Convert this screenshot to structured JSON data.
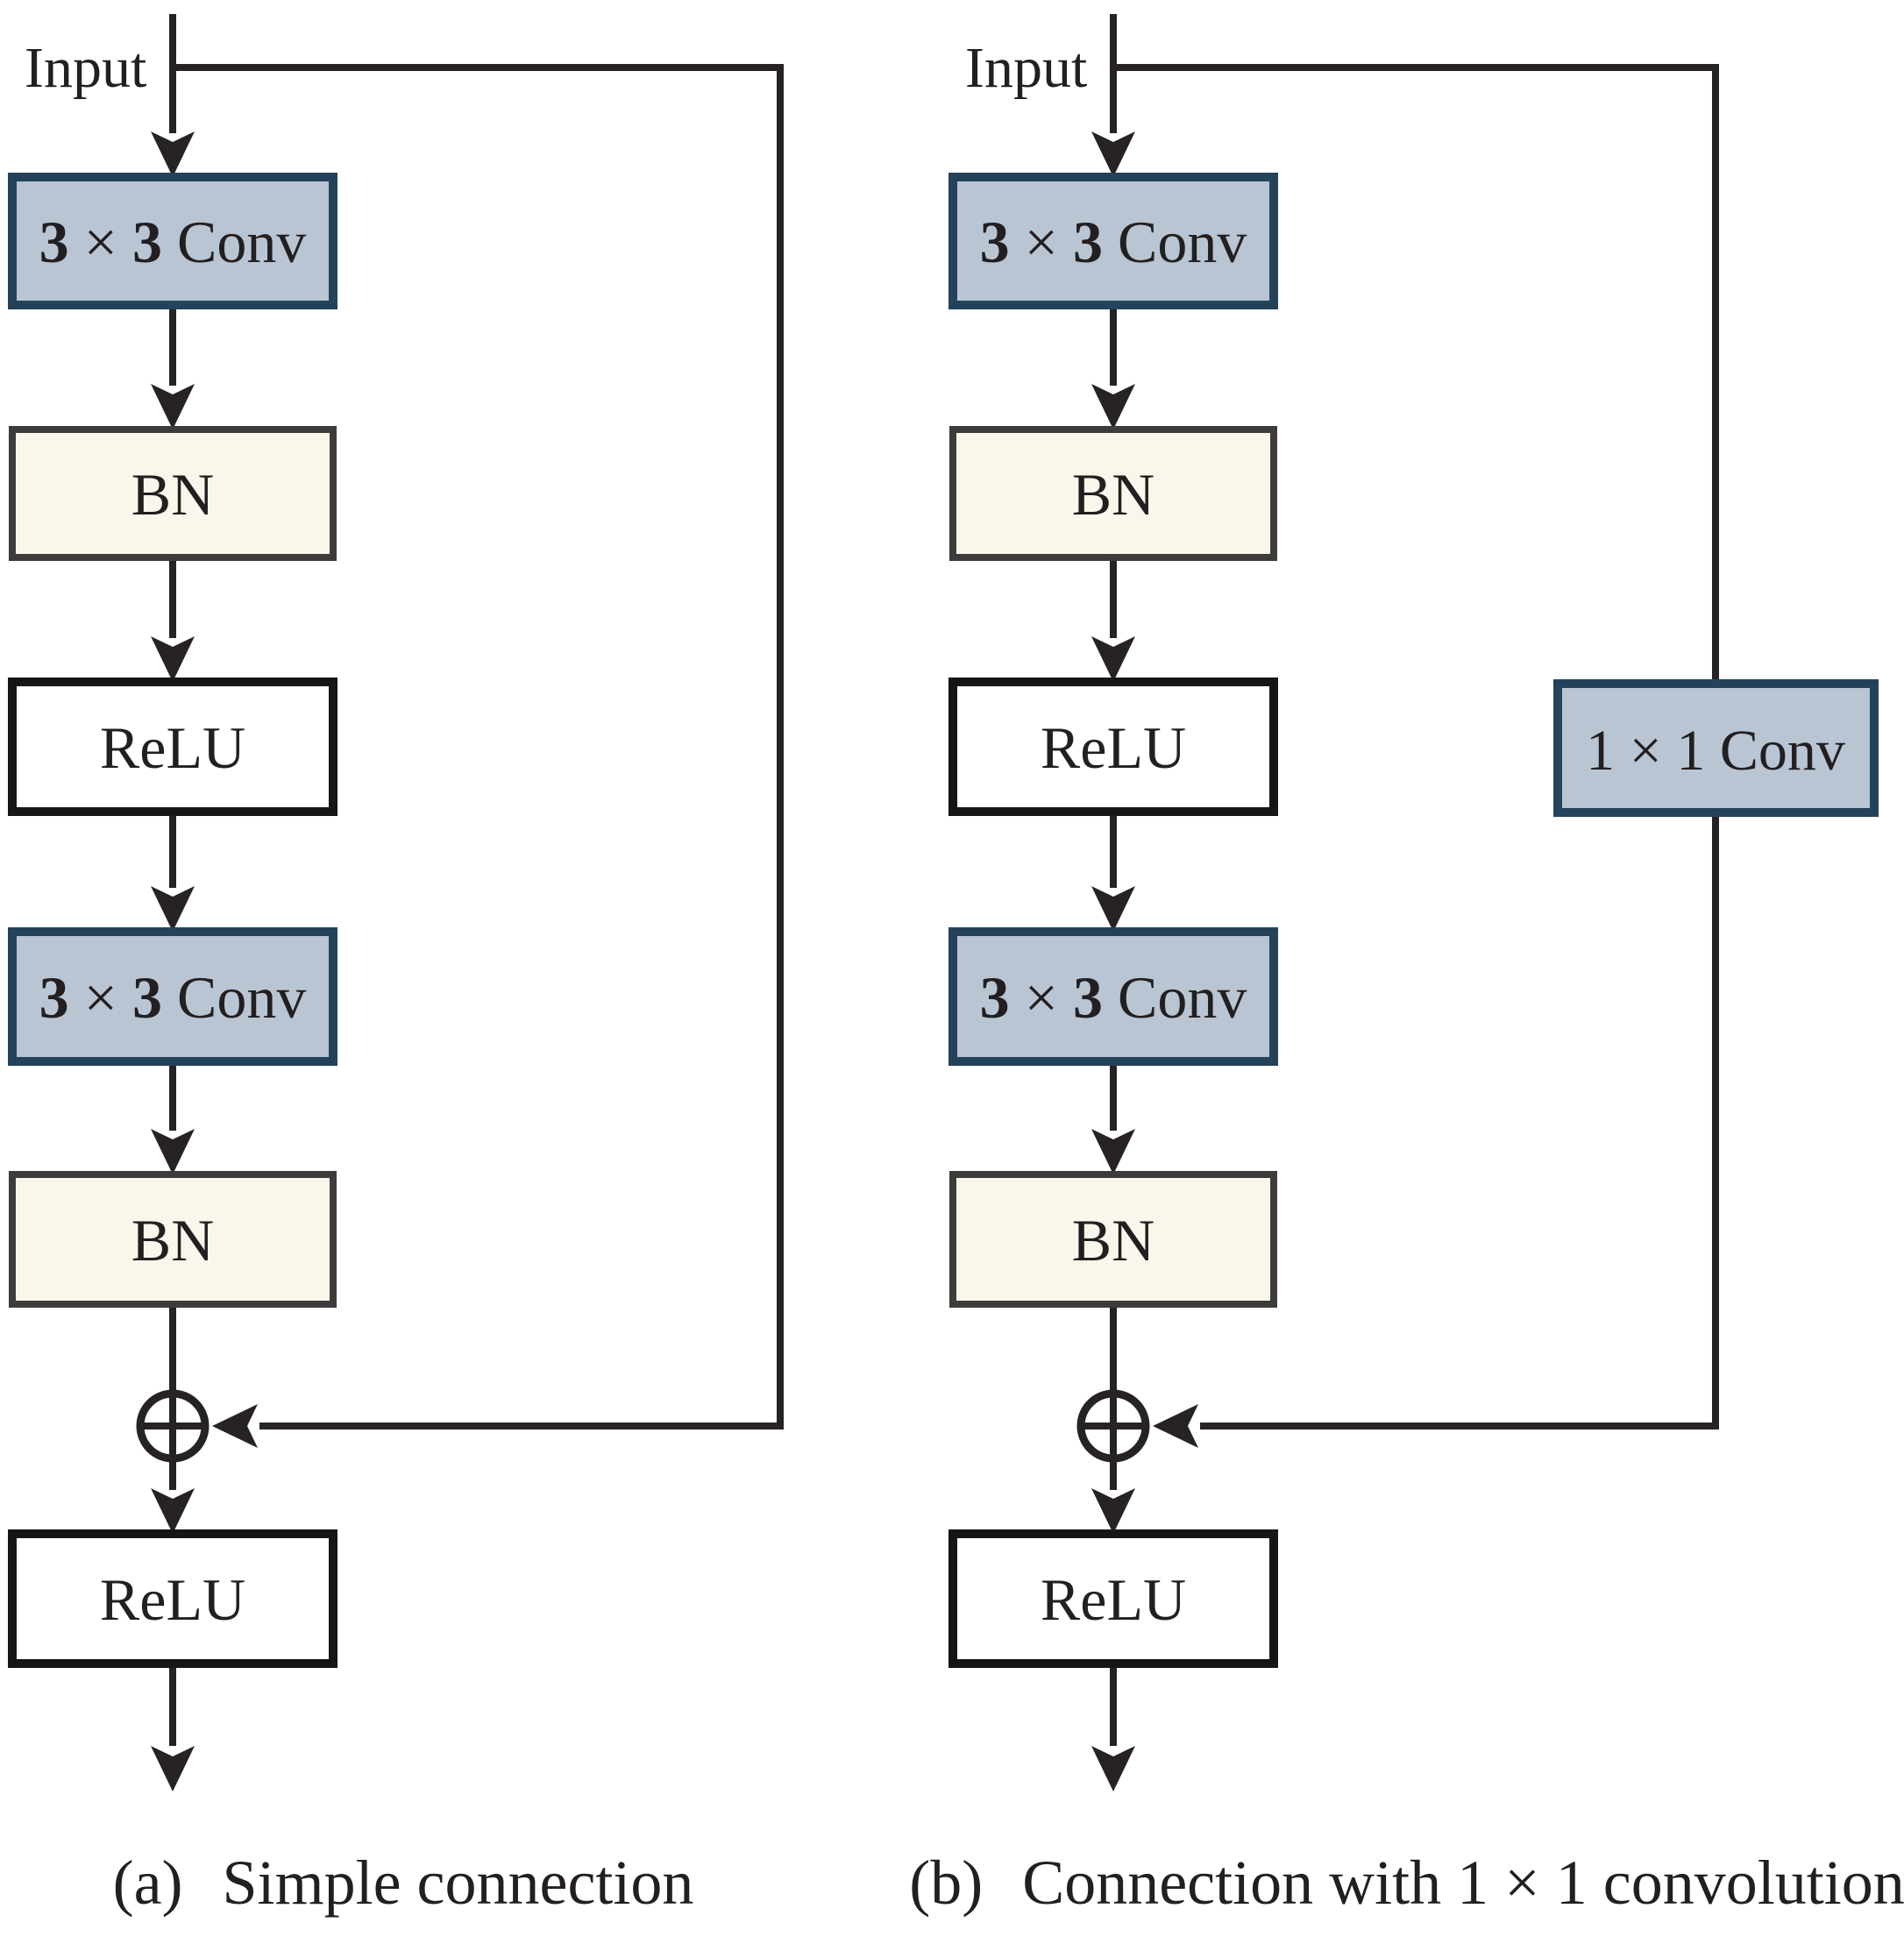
{
  "figure": {
    "background": "#ffffff",
    "colors": {
      "line": "#272325",
      "text": "#231f20",
      "conv_fill": "#b9c5d3",
      "conv_border": "#24425a",
      "bn_fill": "#faf6ec",
      "bn_border": "#3d3c3a",
      "relu_fill": "#ffffff",
      "relu_border": "#161616",
      "sum_fill": "#ffffff"
    },
    "diagram_a": {
      "input_label": "Input",
      "conv_label": {
        "n1": "3",
        "times": " × ",
        "n2": "3",
        "suffix": " Conv"
      },
      "bn_label": "BN",
      "relu_label": "ReLU",
      "caption": {
        "tag": "(a)",
        "text": "Simple connection"
      }
    },
    "diagram_b": {
      "input_label": "Input",
      "conv_label": {
        "n1": "3",
        "times": " × ",
        "n2": "3",
        "suffix": " Conv"
      },
      "bn_label": "BN",
      "relu_label": "ReLU",
      "skip_conv_label": "1 × 1 Conv",
      "caption": {
        "tag": "(b)",
        "text": "Connection with 1 × 1 convolution"
      }
    }
  }
}
